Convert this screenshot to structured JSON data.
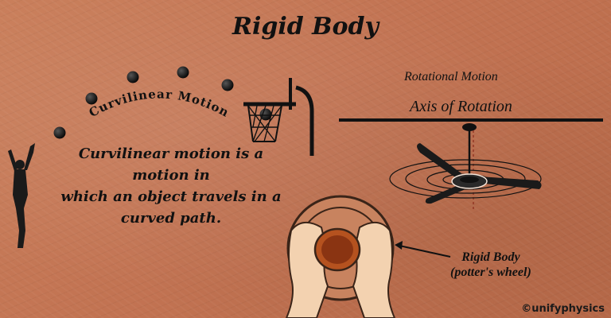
{
  "title": "Rigid Body",
  "curvilinear": {
    "arc_label": "Curvilinear Motion",
    "description_lines": [
      "Curvilinear motion is a",
      "motion in",
      "which an object travels in a",
      "curved path."
    ]
  },
  "rotational": {
    "heading": "Rotational Motion",
    "axis_label": "Axis of Rotation"
  },
  "potter": {
    "label_line1": "Rigid Body",
    "label_line2": "(potter's wheel)"
  },
  "copyright": "©unifyphysics",
  "colors": {
    "background": "#c27352",
    "ink": "#111111",
    "pot": "#b5521f",
    "skin": "#f3d2b0"
  }
}
